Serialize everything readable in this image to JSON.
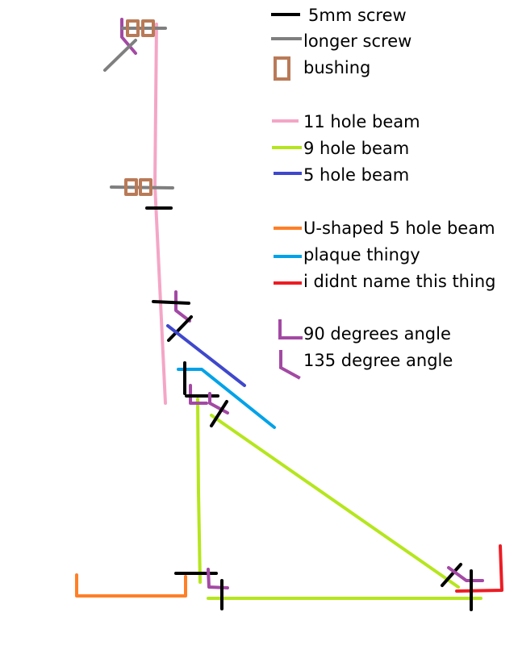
{
  "legend": [
    {
      "key": "screw_5mm",
      "label": "5mm screw",
      "color": "#000000",
      "symbol": "short-line"
    },
    {
      "key": "screw_long",
      "label": "longer screw",
      "color": "#7f7f7f",
      "symbol": "short-line"
    },
    {
      "key": "bushing",
      "label": "bushing",
      "color": "#b97a57",
      "symbol": "hollow-rectangle"
    },
    {
      "key": "beam_11",
      "label": "11 hole beam",
      "color": "#f4a6c6",
      "symbol": "short-line"
    },
    {
      "key": "beam_9",
      "label": "9 hole beam",
      "color": "#b5e61d",
      "symbol": "short-line"
    },
    {
      "key": "beam_5",
      "label": "5 hole beam",
      "color": "#3f48cc",
      "symbol": "short-line"
    },
    {
      "key": "beam_u5",
      "label": "U-shaped 5 hole beam",
      "color": "#ff7f27",
      "symbol": "short-line"
    },
    {
      "key": "plaque",
      "label": "plaque thingy",
      "color": "#00a2e8",
      "symbol": "short-line"
    },
    {
      "key": "unnamed",
      "label": "i didnt name this thing",
      "color": "#ed1c24",
      "symbol": "short-line"
    },
    {
      "key": "angle_90",
      "label": "90 degrees angle",
      "color": "#a349a4",
      "symbol": "right-angle"
    },
    {
      "key": "angle_135",
      "label": "135 degree angle",
      "color": "#a349a4",
      "symbol": "obtuse-angle"
    }
  ]
}
